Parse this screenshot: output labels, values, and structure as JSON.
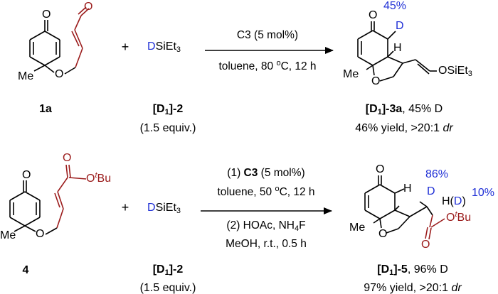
{
  "colors": {
    "deuterium": "#1f2fd6",
    "aldehyde_ester": "#9b1c1c",
    "bonds": "#000000"
  },
  "reaction1": {
    "sm_atoms": {
      "O_top": "O",
      "Me": "Me",
      "O_ether": "O",
      "O_ald": "O"
    },
    "sm_label": "1a",
    "plus": "+",
    "reagent_D": "D",
    "reagent_rest": "SiEt",
    "reagent_sub": "3",
    "reagent_label_pre": "[D",
    "reagent_label_sub": "1",
    "reagent_label_post": "]-2",
    "reagent_equiv": "(1.5 equiv.)",
    "cond_line1": "C3 (5 mol%)",
    "cond_line2_pre": "toluene, 80 ",
    "cond_line2_sup": "o",
    "cond_line2_post": "C, 12 h",
    "prod_atoms": {
      "O_top": "O",
      "D": "D",
      "H": "H",
      "Me": "Me",
      "O_ring": "O",
      "OSi": "OSiEt",
      "OSi_sub": "3"
    },
    "prod_pct": "45%",
    "prod_label_pre": "[D",
    "prod_label_sub": "1",
    "prod_label_post": "]-3a",
    "prod_label_rest": ", 45% D",
    "prod_yield": "46% yield, >20:1 ",
    "prod_dr": "dr"
  },
  "reaction2": {
    "sm_atoms": {
      "O_top": "O",
      "Me": "Me",
      "O_ether": "O",
      "O_carbonyl": "O",
      "O_ester": "O",
      "tBu_sup": "t",
      "tBu": "Bu"
    },
    "sm_label": "4",
    "plus": "+",
    "reagent_D": "D",
    "reagent_rest": "SiEt",
    "reagent_sub": "3",
    "reagent_label_pre": "[D",
    "reagent_label_sub": "1",
    "reagent_label_post": "]-2",
    "reagent_equiv": "(1.5 equiv.)",
    "cond_line1_pre": "(1) ",
    "cond_line1_bold": "C3",
    "cond_line1_post": " (5 mol%)",
    "cond_line2_pre": "toluene, 50 ",
    "cond_line2_sup": "o",
    "cond_line2_post": "C, 12 h",
    "cond_line3_pre": "(2) HOAc, NH",
    "cond_line3_sub": "4",
    "cond_line3_post": "F",
    "cond_line4": "MeOH, r.t., 0.5 h",
    "prod_atoms": {
      "O_top": "O",
      "H": "H",
      "D": "D",
      "HD_pre": "H(",
      "HD_D": "D",
      "HD_post": ")",
      "Me": "Me",
      "O_ring": "O",
      "O_carbonyl": "O",
      "O_ester": "O",
      "tBu_sup": "t",
      "tBu": "Bu"
    },
    "prod_pct_D": "86%",
    "prod_pct_HD": "10%",
    "prod_label_pre": "[D",
    "prod_label_sub": "1",
    "prod_label_post": "]-5",
    "prod_label_rest": ", 96% D",
    "prod_yield": "97% yield, >20:1 ",
    "prod_dr": "dr"
  }
}
